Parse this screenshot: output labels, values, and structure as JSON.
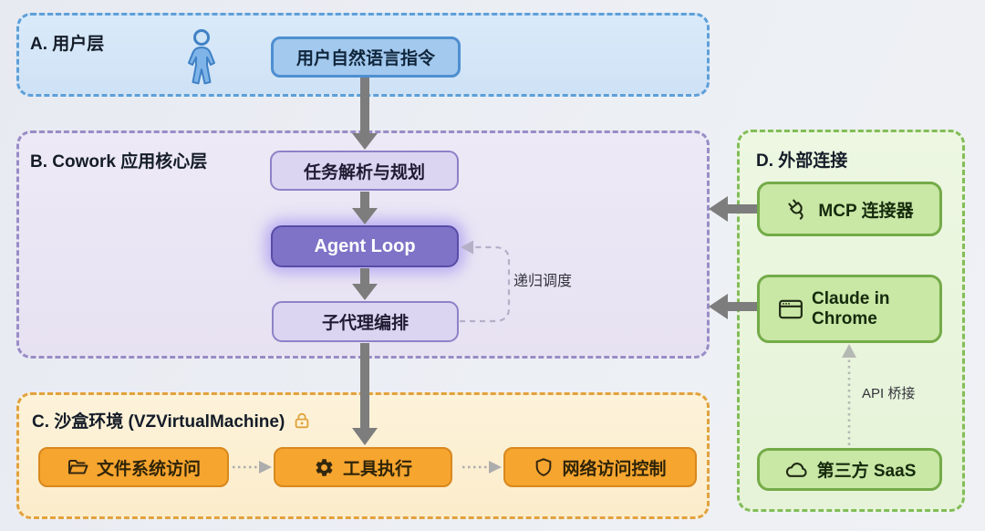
{
  "layer_a": {
    "title": "A. 用户层",
    "node_user_cmd": "用户自然语言指令"
  },
  "layer_b": {
    "title": "B. Cowork 应用核心层",
    "node_plan": "任务解析与规划",
    "node_agent_loop": "Agent Loop",
    "node_subagent": "子代理编排",
    "loop_label": "递归调度"
  },
  "layer_c": {
    "title": "C. 沙盒环境 (VZVirtualMachine)",
    "node_fs": "文件系统访问",
    "node_tool": "工具执行",
    "node_net": "网络访问控制"
  },
  "layer_d": {
    "title": "D. 外部连接",
    "node_mcp": "MCP 连接器",
    "node_chrome": "Claude in Chrome",
    "node_saas": "第三方 SaaS",
    "bridge_label": "API 桥接"
  },
  "icons": {
    "person": "person-icon",
    "lock": "lock-icon",
    "folder": "folder-open-icon",
    "gear": "gear-icon",
    "shield": "shield-icon",
    "plug": "plug-icon",
    "browser": "browser-window-icon",
    "cloud": "cloud-icon"
  },
  "colors": {
    "blue_accent": "#4e8fd0",
    "purple_accent": "#7e73c7",
    "orange_accent": "#f6a52f",
    "green_accent": "#74ab48",
    "arrow_gray": "#7d7d7d",
    "lock_gold": "#dfa23c"
  }
}
